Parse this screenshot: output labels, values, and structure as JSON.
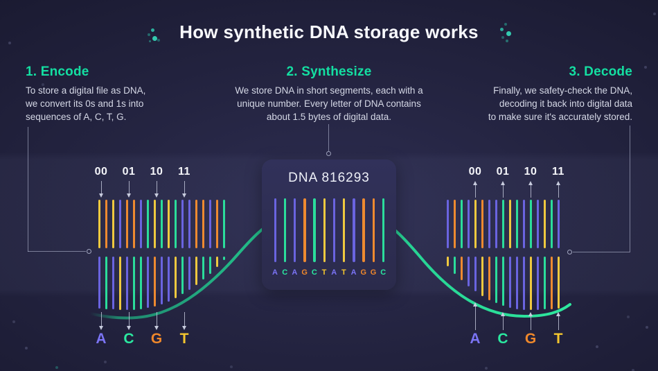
{
  "title": "How synthetic DNA storage works",
  "steps": {
    "encode": {
      "heading": "1. Encode",
      "body": "To store a digital file as DNA,\nwe convert its 0s and 1s into\nsequences of A, C, T, G."
    },
    "synthesize": {
      "heading": "2. Synthesize",
      "body": "We store DNA in short segments, each with a\nunique number. Every letter of DNA contains\nabout 1.5 bytes of digital data."
    },
    "decode": {
      "heading": "3. Decode",
      "body": "Finally, we safety-check the DNA,\ndecoding it back into digital data\nto make sure it's accurately stored."
    }
  },
  "binary_labels": [
    "00",
    "01",
    "10",
    "11"
  ],
  "base_labels": [
    "A",
    "C",
    "G",
    "T"
  ],
  "card": {
    "title": "DNA 816293",
    "sequence": "ACAGCTATAGGC"
  },
  "barcodes": {
    "left": {
      "top": "TGTAGGACTCTCAAGGAGC",
      "bottom": "ACATACCAGAATCATCCTC"
    },
    "right": {
      "top": "AGCATGAACTCACATCA",
      "bottom": "TCGAATGCCAAATACGT"
    }
  },
  "colors": {
    "nucleotide": {
      "A": "#6a64e0",
      "C": "#2bdd9b",
      "G": "#ee8a30",
      "T": "#efc93f"
    },
    "letter": {
      "A": "#7b74f5",
      "C": "#2be8a0",
      "G": "#f0882b",
      "T": "#f4c62e"
    },
    "heading_accent": "#14dfa2",
    "curve_start": "#1e9e78",
    "curve_end": "#2ee89e",
    "background": "#242441",
    "card_background": "#2d2d4f"
  }
}
